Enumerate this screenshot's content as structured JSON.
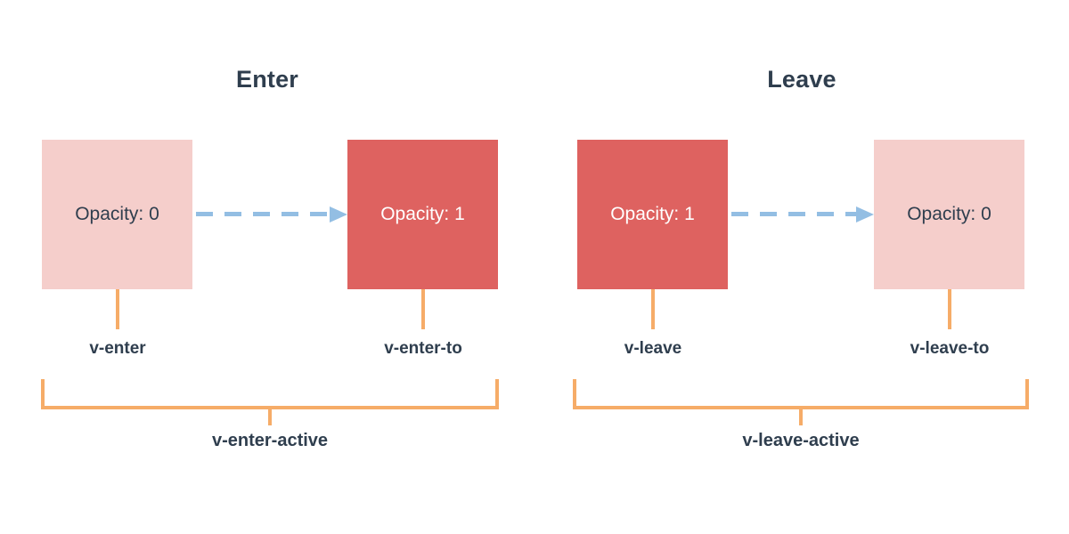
{
  "diagram": {
    "background_color": "#ffffff",
    "palette": {
      "box_faded": "#F5CECB",
      "box_solid": "#DE6260",
      "arrow": "#93BEE3",
      "bracket": "#F6AC68",
      "text_dark": "#2F3E4E",
      "text_light": "#FFFFFF"
    },
    "sections": [
      {
        "title": "Enter",
        "boxes": [
          {
            "label": "Opacity: 0",
            "state": "faded"
          },
          {
            "label": "Opacity: 1",
            "state": "solid"
          }
        ],
        "tick_labels": [
          "v-enter",
          "v-enter-to"
        ],
        "bracket_label": "v-enter-active"
      },
      {
        "title": "Leave",
        "boxes": [
          {
            "label": "Opacity: 1",
            "state": "solid"
          },
          {
            "label": "Opacity: 0",
            "state": "faded"
          }
        ],
        "tick_labels": [
          "v-leave",
          "v-leave-to"
        ],
        "bracket_label": "v-leave-active"
      }
    ]
  }
}
